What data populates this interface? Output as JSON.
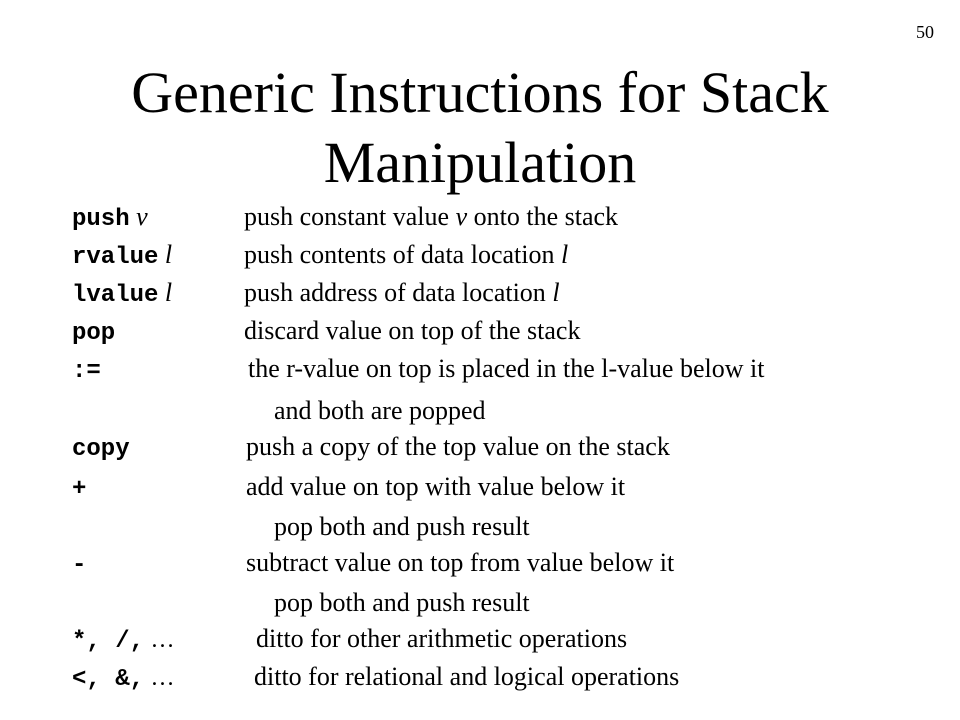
{
  "page_number": "50",
  "title": {
    "line1": "Generic Instructions for Stack",
    "line2": "Manipulation"
  },
  "instructions": [
    {
      "op": "push",
      "arg": "v",
      "desc_pre": "push constant value ",
      "desc_var": "v",
      "desc_post": " onto the stack"
    },
    {
      "op": "rvalue",
      "arg": "l",
      "desc_pre": "push contents of data location ",
      "desc_var": "l",
      "desc_post": ""
    },
    {
      "op": "lvalue",
      "arg": "l",
      "desc_pre": "push address of data location ",
      "desc_var": "l",
      "desc_post": ""
    },
    {
      "op": "pop",
      "arg": "",
      "desc": "discard value on top of the stack"
    },
    {
      "op": ":=",
      "arg": "",
      "desc": "the r-value on top is placed in the l-value below it",
      "desc2": "and both are popped"
    },
    {
      "op": "copy",
      "arg": "",
      "desc": "push a copy of the top value on the stack"
    },
    {
      "op": "+",
      "arg": "",
      "desc": "add value on top with value below it",
      "desc2": "pop both and push result"
    },
    {
      "op": "-",
      "arg": "",
      "desc": "subtract value on top from value below it",
      "desc2": "pop both and push result"
    },
    {
      "op": "*, /,",
      "ellipsis": "…",
      "desc": "ditto for other arithmetic operations"
    },
    {
      "op": "<, &,",
      "ellipsis": "…",
      "desc": "ditto for relational and logical operations"
    }
  ]
}
